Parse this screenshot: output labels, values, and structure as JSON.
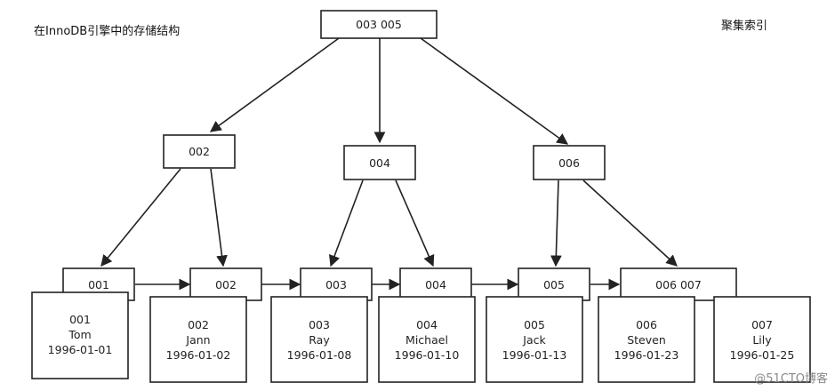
{
  "title": "在InnoDB引擎中的存储结构",
  "index_label": "聚集索引",
  "watermark": "@51CTO博客",
  "root": {
    "text": "003  005"
  },
  "internal": [
    {
      "text": "002"
    },
    {
      "text": "004"
    },
    {
      "text": "006"
    }
  ],
  "leaves": [
    {
      "text": "001"
    },
    {
      "text": "002"
    },
    {
      "text": "003"
    },
    {
      "text": "004"
    },
    {
      "text": "005"
    },
    {
      "text": "006  007"
    }
  ],
  "records": [
    {
      "id": "001",
      "name": "Tom",
      "date": "1996-01-01"
    },
    {
      "id": "002",
      "name": "Jann",
      "date": "1996-01-02"
    },
    {
      "id": "003",
      "name": "Ray",
      "date": "1996-01-08"
    },
    {
      "id": "004",
      "name": "Michael",
      "date": "1996-01-10"
    },
    {
      "id": "005",
      "name": "Jack",
      "date": "1996-01-13"
    },
    {
      "id": "006",
      "name": "Steven",
      "date": "1996-01-23"
    },
    {
      "id": "007",
      "name": "Lily",
      "date": "1996-01-25"
    }
  ]
}
